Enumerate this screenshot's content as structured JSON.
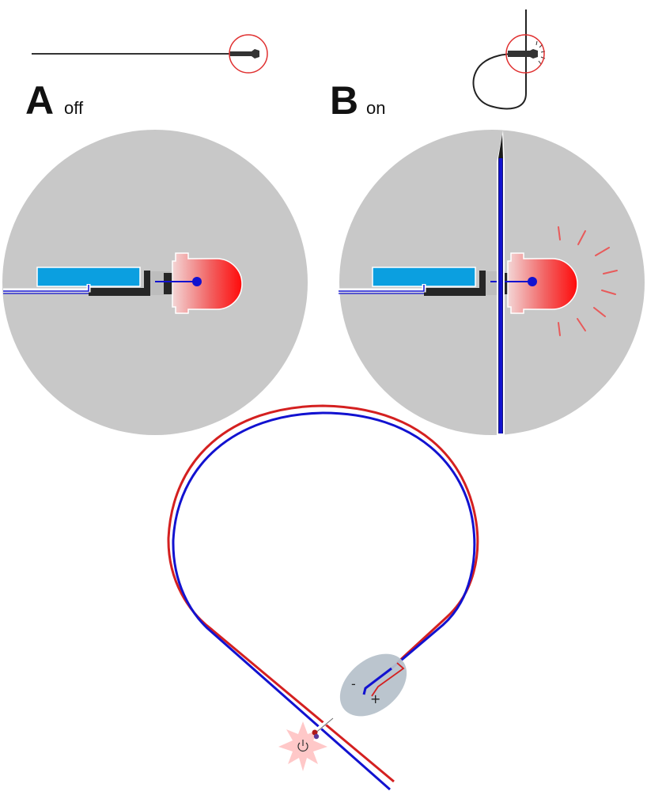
{
  "panels": [
    {
      "letter": "A",
      "state": "off"
    },
    {
      "letter": "B",
      "state": "on"
    }
  ],
  "battery": {
    "minus_label": "-",
    "plus_label": "+"
  },
  "icons": {
    "power": "power-icon",
    "burst": "starburst-icon"
  },
  "colors": {
    "housing": "#c8c8c8",
    "battery_cell": "#0b9fe0",
    "wire_negative": "#1212d0",
    "wire_positive": "#d42020",
    "led_glow": "#ff1a1a",
    "ray": "#e85a5a",
    "pod": "#b7c2cb",
    "burst": "#ffc8c8"
  }
}
